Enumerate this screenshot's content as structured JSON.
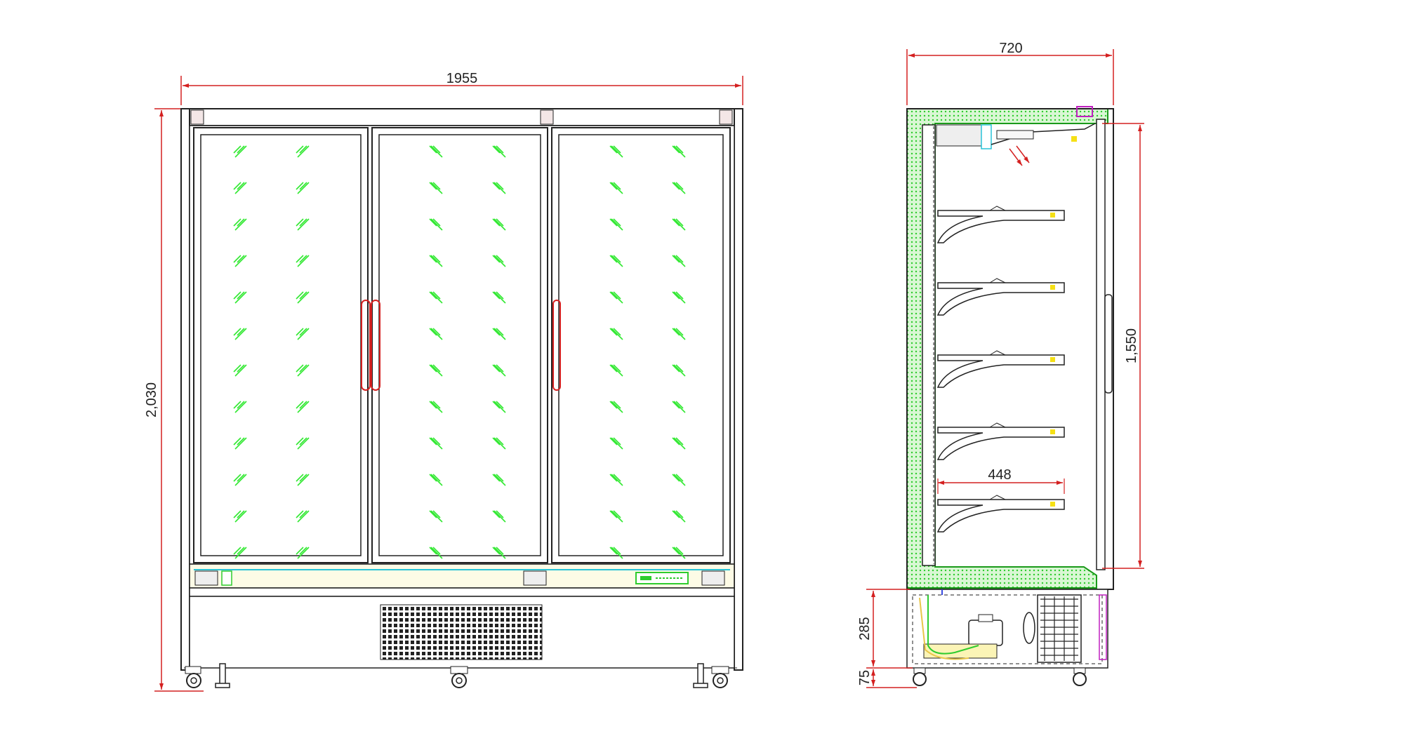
{
  "front_view": {
    "width_label": "1955",
    "height_label": "2,030",
    "door_count": 3
  },
  "side_view": {
    "depth_label": "720",
    "door_height_label": "1,550",
    "shelf_depth_label": "448",
    "base_height_label": "285",
    "foot_height_label": "75",
    "shelf_count": 5
  },
  "colors": {
    "outline": "#222222",
    "dimension": "#d42020",
    "glass_hatch": "#33e833",
    "insulation": "#2ecc2e",
    "cyan_trim": "#29c4d8",
    "yellow_trim": "#e8e07a",
    "magenta": "#c020c0"
  }
}
